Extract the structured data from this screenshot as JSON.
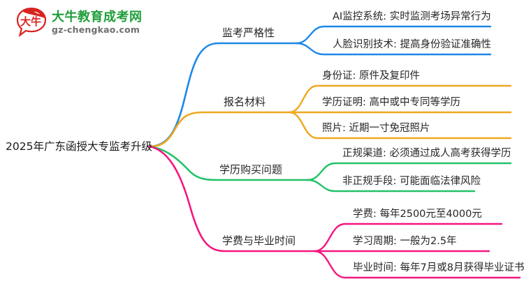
{
  "logo": {
    "mark_text": "大牛",
    "title": "大牛教育成考网",
    "url": "gz-chengkao.com",
    "brand_green": "#1f9d3a",
    "brand_red": "#d9231f"
  },
  "mindmap": {
    "root": {
      "label": "2025年广东函授大专监考升级"
    },
    "branches": [
      {
        "label": "监考严格性",
        "color": "#1e88e8",
        "children": [
          {
            "label": "AI监控系统: 实时监测考场异常行为"
          },
          {
            "label": "人脸识别技术: 提高身份验证准确性"
          }
        ]
      },
      {
        "label": "报名材料",
        "color": "#f0a81e",
        "children": [
          {
            "label": "身份证: 原件及复印件"
          },
          {
            "label": "学历证明: 高中或中专同等学历"
          },
          {
            "label": "照片: 近期一寸免冠照片"
          }
        ]
      },
      {
        "label": "学历购买问题",
        "color": "#22c268",
        "children": [
          {
            "label": "正规渠道: 必须通过成人高考获得学历"
          },
          {
            "label": "非正规手段: 可能面临法律风险"
          }
        ]
      },
      {
        "label": "学费与毕业时间",
        "color": "#f5167e",
        "children": [
          {
            "label": "学费: 每年2500元至4000元"
          },
          {
            "label": "学习周期: 一般为2.5年"
          },
          {
            "label": "毕业时间: 每年7月或8月获得毕业证书"
          }
        ]
      }
    ]
  }
}
